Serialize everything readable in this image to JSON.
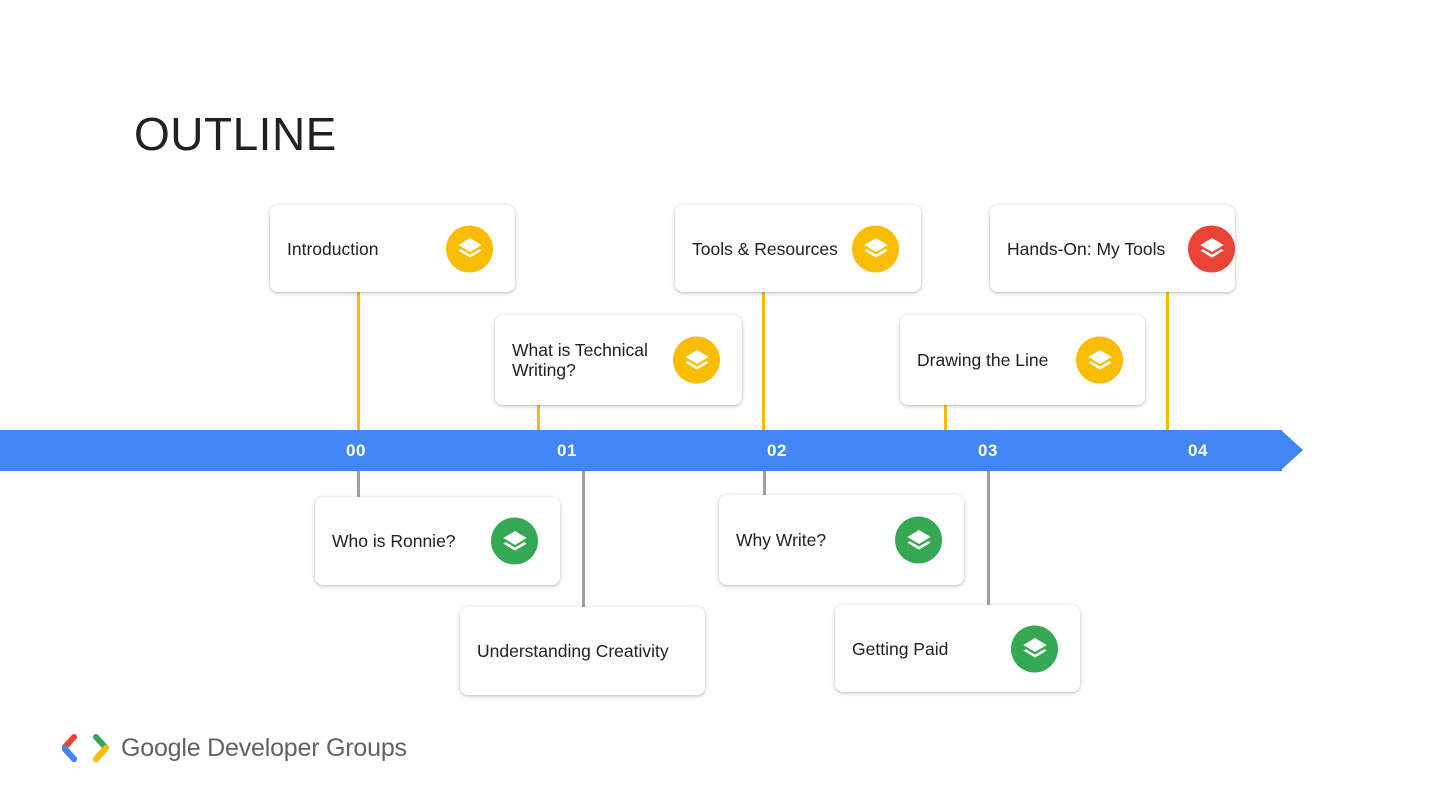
{
  "slide": {
    "title": "OUTLINE"
  },
  "timeline": {
    "markers": [
      "00",
      "01",
      "02",
      "03",
      "04"
    ],
    "colors": {
      "bar": "#4285f4",
      "top_connector": "#fbbc04",
      "bottom_connector": "#9aa0a6"
    }
  },
  "cards": {
    "introduction": {
      "label": "Introduction",
      "icon": "layers-icon",
      "color": "#fbbc04"
    },
    "what_is_tw": {
      "label": "What is Technical Writing?",
      "icon": "layers-icon",
      "color": "#fbbc04"
    },
    "tools_resources": {
      "label": "Tools & Resources",
      "icon": "layers-icon",
      "color": "#fbbc04"
    },
    "drawing_line": {
      "label": "Drawing the Line",
      "icon": "layers-icon",
      "color": "#fbbc04"
    },
    "hands_on": {
      "label": "Hands-On: My Tools",
      "icon": "layers-icon",
      "color": "#ea4335"
    },
    "who_is_ronnie": {
      "label": "Who is Ronnie?",
      "icon": "layers-icon",
      "color": "#34a853"
    },
    "understanding_creativity": {
      "label": "Understanding Creativity",
      "icon": "",
      "color": ""
    },
    "why_write": {
      "label": "Why Write?",
      "icon": "layers-icon",
      "color": "#34a853"
    },
    "getting_paid": {
      "label": "Getting Paid",
      "icon": "layers-icon",
      "color": "#34a853"
    }
  },
  "footer": {
    "brand": "Google Developer Groups",
    "logo_icon": "gdg-logo-icon"
  }
}
